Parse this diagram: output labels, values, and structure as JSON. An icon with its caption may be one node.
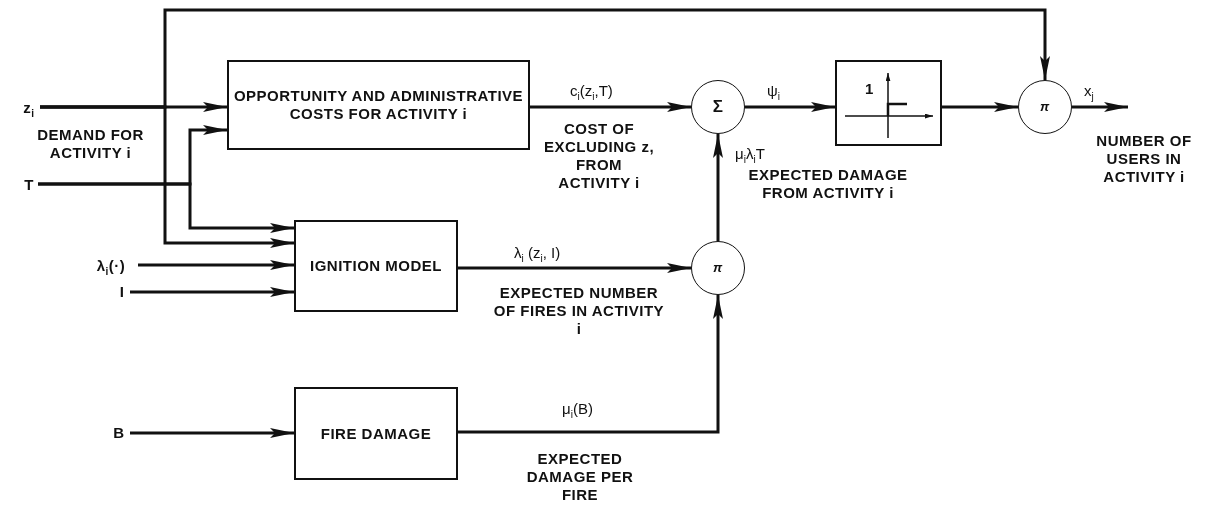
{
  "diagram": {
    "nodes": [
      {
        "text": [
          "z$_{i}$"
        ],
        "beside": [
          "DEMAND FOR ACTIVITY i"
        ]
      },
      {
        "text": [
          "T"
        ]
      },
      {
        "text": [
          "λ$_{i}$(·)"
        ]
      },
      {
        "text": [
          "I"
        ]
      },
      {
        "text": [
          "B"
        ]
      },
      {
        "text": [
          "OPPORTUNITY AND ADMINISTRATIVE COSTS FOR ACTIVITY i"
        ]
      },
      {
        "text": [
          "IGNITION MODEL"
        ]
      },
      {
        "text": [
          "FIRE DAMAGE"
        ]
      },
      {
        "text": [
          "Σ"
        ]
      },
      {
        "text": [
          "π"
        ]
      },
      {
        "text": [
          "1"
        ]
      },
      {
        "text": [
          "π"
        ]
      }
    ],
    "edges": [
      {
        "from": 0,
        "to": 5,
        "arrow": "to"
      },
      {
        "from": 0,
        "to": 6,
        "arrow": "to"
      },
      {
        "from": 0,
        "to": 11,
        "arrow": "to"
      },
      {
        "from": 1,
        "to": 5,
        "arrow": "to"
      },
      {
        "from": 1,
        "to": 6,
        "arrow": "to"
      },
      {
        "from": 2,
        "to": 6,
        "arrow": "to"
      },
      {
        "from": 3,
        "to": 6,
        "arrow": "to"
      },
      {
        "from": 4,
        "to": 7,
        "arrow": "to"
      },
      {
        "from": 5,
        "to": 8,
        "arrow": "to",
        "label": "c$_{i}$(z$_{i}$,T)"
      },
      {
        "from": 6,
        "to": 9,
        "arrow": "to",
        "label": "λ$_{i}$ (z$_{i}$, I)"
      },
      {
        "from": 7,
        "to": 9,
        "arrow": "to",
        "label": "μ$_{i}$(B)"
      },
      {
        "from": 9,
        "to": 8,
        "arrow": "to",
        "label": "μ$_{i}$λ$_{i}$T"
      },
      {
        "from": 8,
        "to": 10,
        "arrow": "to",
        "label": "ψ$_{i}$"
      },
      {
        "from": 10,
        "to": 11,
        "arrow": "to"
      },
      {
        "from": 11,
        "to": null,
        "arrow": "to",
        "label": "x$_{j}$"
      }
    ],
    "labels": [
      "COST OF EXCLUDING z, FROM ACTIVITY i",
      "EXPECTED DAMAGE FROM ACTIVITY i",
      "NUMBER OF USERS IN ACTIVITY i",
      "EXPECTED NUMBER OF FIRES IN ACTIVITY i",
      "EXPECTED DAMAGE PER FIRE"
    ]
  }
}
